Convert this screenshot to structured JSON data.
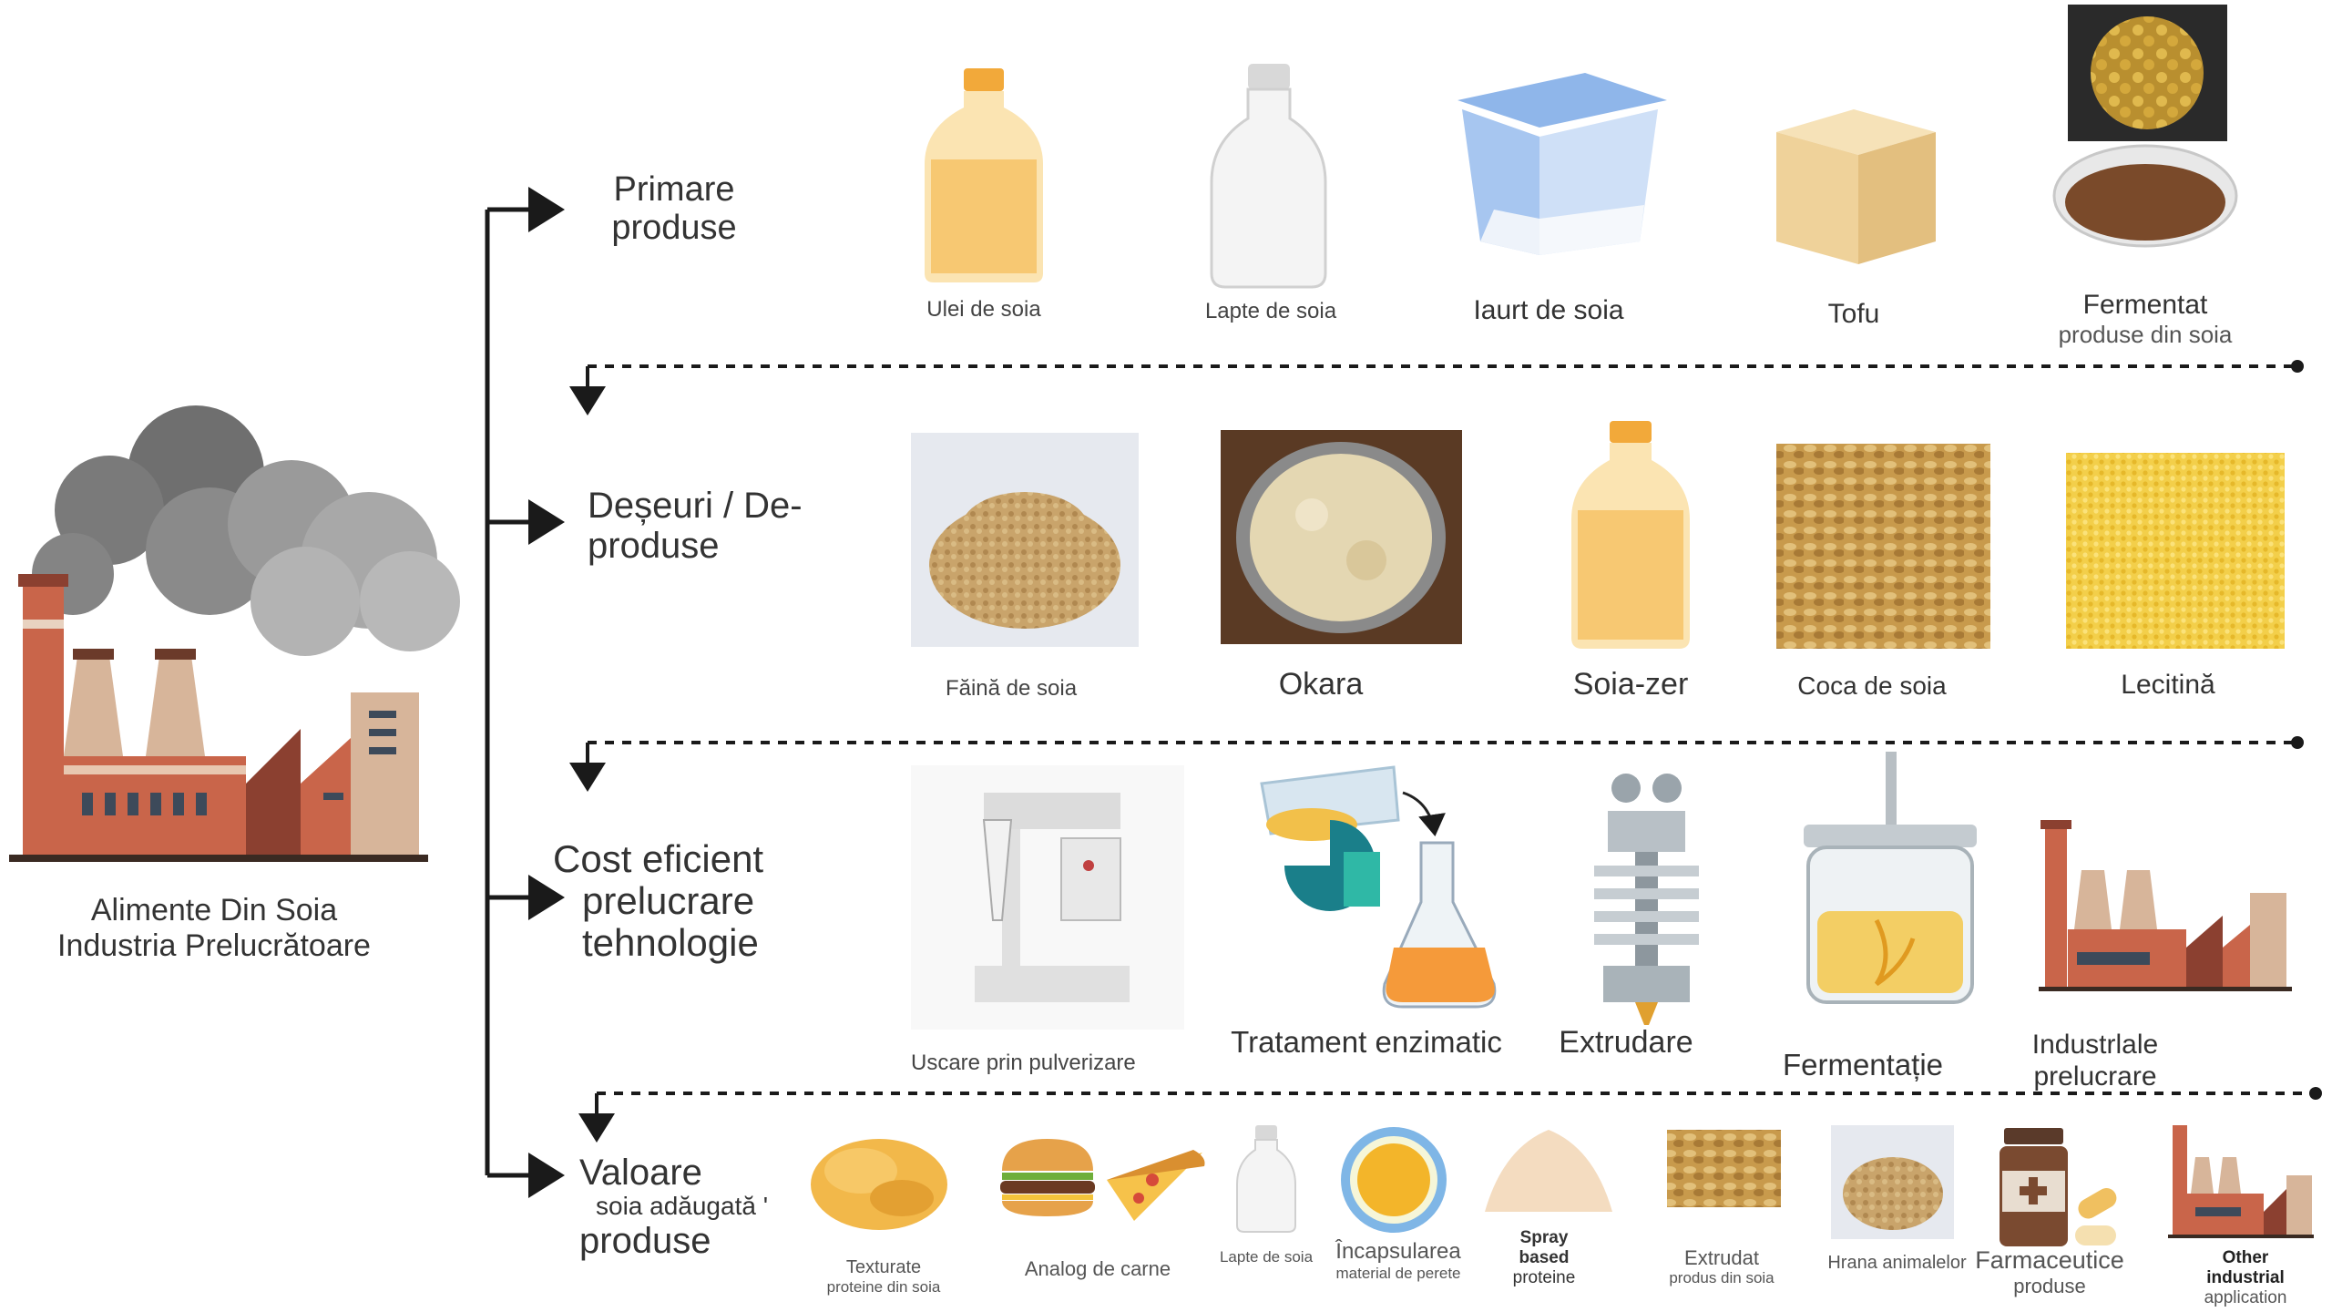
{
  "factory": {
    "label_line1": "Alimente Din Soia",
    "label_line2": "Industria Prelucrătoare"
  },
  "sections": {
    "primary": {
      "line1": "Primare",
      "line2": "produse"
    },
    "waste": {
      "line1": "Deșeuri / De-",
      "line2": "produse"
    },
    "tech": {
      "line1": "Cost eficient",
      "line2": "prelucrare",
      "line3": "tehnologie"
    },
    "value": {
      "line1": "Valoare",
      "line2": "soia adăugată '",
      "line3": "produse"
    }
  },
  "primary_items": {
    "oil": "Ulei de soia",
    "milk": "Lapte de soia",
    "yogurt": "Iaurt de soia",
    "tofu": "Tofu",
    "fermented_line1": "Fermentat",
    "fermented_line2": "produse din soia"
  },
  "waste_items": {
    "flour": "Făină de soia",
    "okara": "Okara",
    "whey": "Soia-zer",
    "hulls": "Coca de soia",
    "lecithin": "Lecitină"
  },
  "tech_items": {
    "spray": "Uscare prin pulverizare",
    "enzyme": "Tratament enzimatic",
    "extrusion": "Extrudare",
    "fermentation": "Fermentație",
    "industrial_line1": "Industrlale",
    "industrial_line2": "prelucrare"
  },
  "value_items": {
    "textured_line1": "Texturate",
    "textured_line2": "proteine din soia",
    "meat": "Analog de carne",
    "milk": "Lapte de soia",
    "encap_line1": "Încapsularea",
    "encap_line2": "material de perete",
    "spray_line1": "Spray",
    "spray_line2": "based",
    "spray_line3": "proteine",
    "extruded_line1": "Extrudat",
    "extruded_line2": "produs din soia",
    "feed": "Hrana animalelor",
    "pharma_line1": "Farmaceutice",
    "pharma_line2": "produse",
    "other_line1": "Other",
    "other_line2": "industrial",
    "other_line3": "application"
  },
  "colors": {
    "line": "#1a1a1a",
    "smoke_dark": "#6f6f6f",
    "smoke_light": "#a8a8a8",
    "factory_brick": "#c9654a",
    "factory_tan": "#d7b59a",
    "oil": "#f6c46a",
    "bottle_cap": "#f2a93a"
  }
}
